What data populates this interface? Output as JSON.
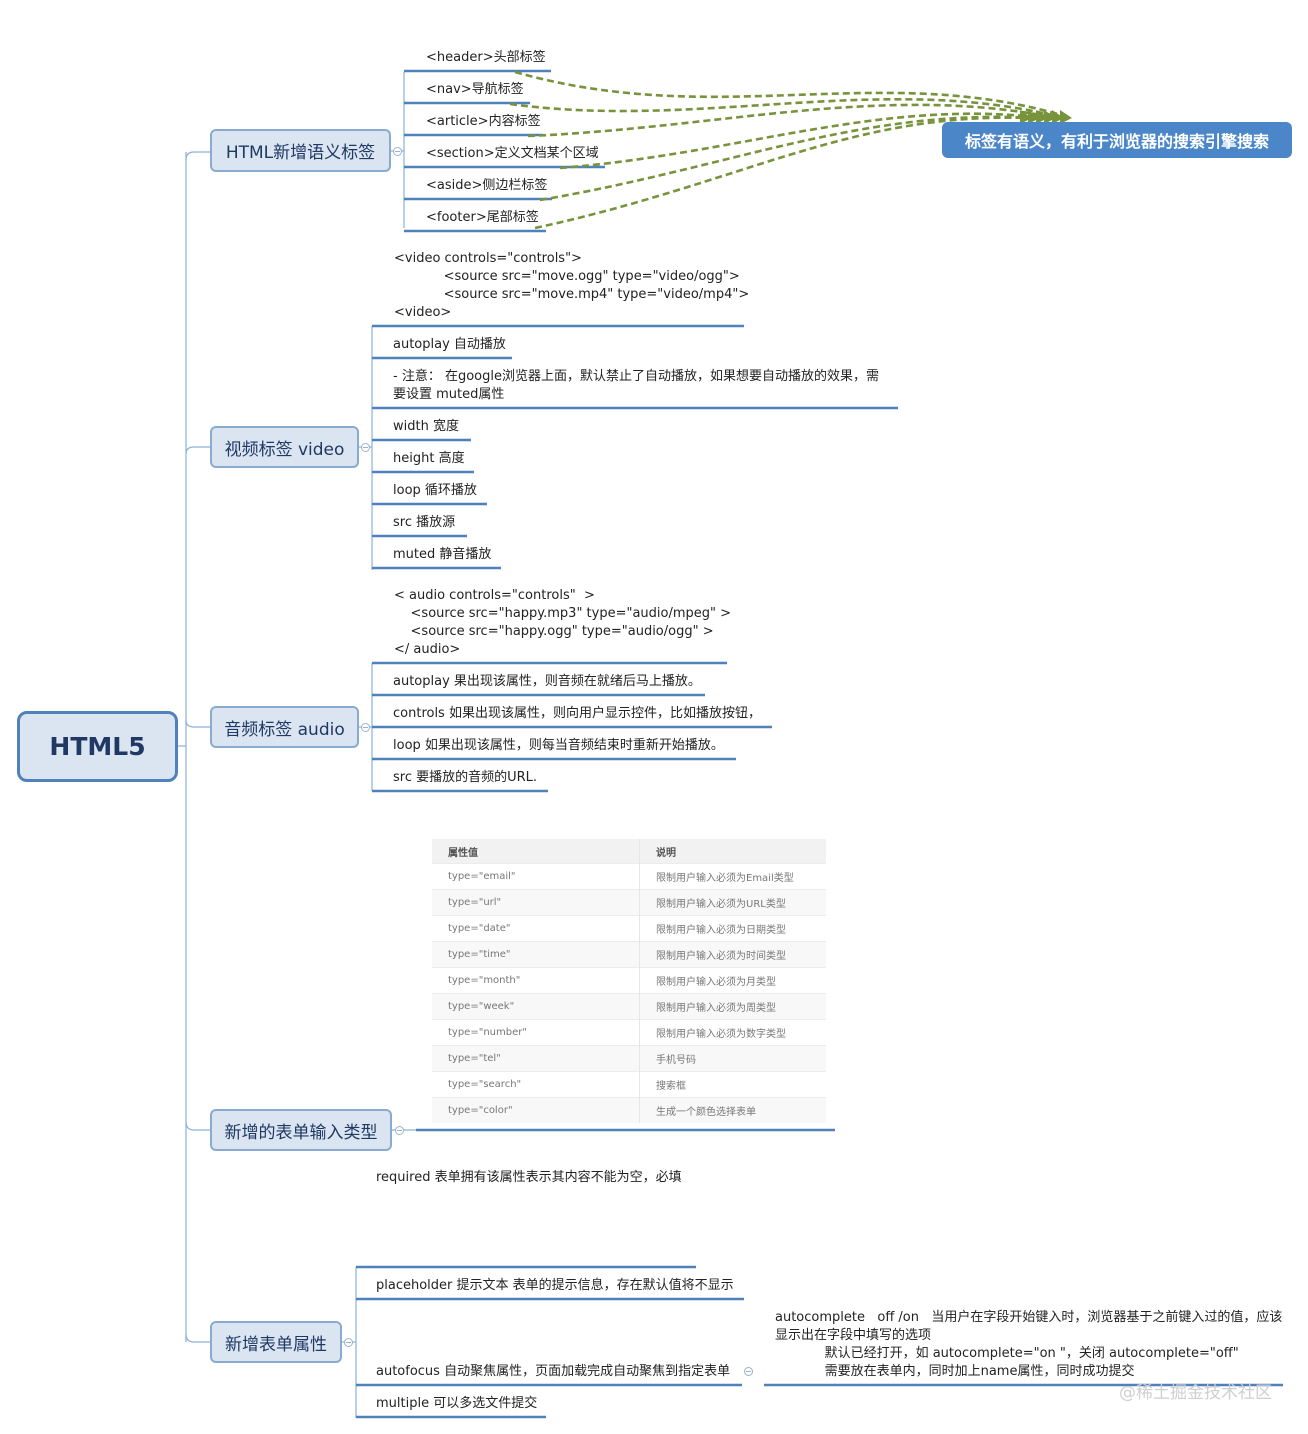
{
  "root": {
    "label": "HTML5"
  },
  "semantic": {
    "label": "HTML新增语义标签",
    "items": [
      "<header>头部标签",
      "<nav>导航标签",
      "<article>内容标签",
      "<section>定义文档某个区域",
      "<aside>侧边栏标签",
      "<footer>尾部标签"
    ],
    "callout": "标签有语义，有利于浏览器的搜索引擎搜索"
  },
  "video": {
    "label": "视频标签 video",
    "code": "<video controls=\"controls\">\n            <source src=\"move.ogg\" type=\"video/ogg\">\n            <source src=\"move.mp4\" type=\"video/mp4\">\n<video>",
    "items": [
      "autoplay 自动播放",
      "- 注意： 在google浏览器上面，默认禁止了自动播放，如果想要自动播放的效果，需\n要设置 muted属性",
      "width  宽度",
      "height 高度",
      "loop 循环播放",
      "src 播放源",
      "muted 静音播放"
    ]
  },
  "audio": {
    "label": "音频标签 audio",
    "code": "< audio controls=\"controls\"  >\n    <source src=\"happy.mp3\" type=\"audio/mpeg\" >\n    <source src=\"happy.ogg\" type=\"audio/ogg\" >\n</ audio>",
    "items": [
      "autoplay 果出现该属性，则音频在就绪后马上播放。",
      "controls 如果出现该属性，则向用户显示控件，比如播放按钮，",
      "loop 如果出现该属性，则每当音频结束时重新开始播放。",
      "src 要播放的音频的URL."
    ]
  },
  "input_types": {
    "label": "新增的表单输入类型",
    "table": {
      "headers": [
        "属性值",
        "说明"
      ],
      "rows": [
        [
          "type=\"email\"",
          "限制用户输入必须为Email类型"
        ],
        [
          "type=\"url\"",
          "限制用户输入必须为URL类型"
        ],
        [
          "type=\"date\"",
          "限制用户输入必须为日期类型"
        ],
        [
          "type=\"time\"",
          "限制用户输入必须为时间类型"
        ],
        [
          "type=\"month\"",
          "限制用户输入必须为月类型"
        ],
        [
          "type=\"week\"",
          "限制用户输入必须为周类型"
        ],
        [
          "type=\"number\"",
          "限制用户输入必须为数字类型"
        ],
        [
          "type=\"tel\"",
          "手机号码"
        ],
        [
          "type=\"search\"",
          "搜索框"
        ],
        [
          "type=\"color\"",
          "生成一个颜色选择表单"
        ]
      ]
    }
  },
  "form_attrs": {
    "label": "新增表单属性",
    "required": "required  表单拥有该属性表示其内容不能为空，必填",
    "items": [
      "placeholder 提示文本  表单的提示信息，存在默认值将不显示",
      "autofocus 自动聚焦属性，页面加载完成自动聚焦到指定表单",
      "multiple 可以多选文件提交"
    ],
    "autocomplete": "autocomplete   off /on   当用户在字段开始键入时，浏览器基于之前键入过的值，应该\n显示出在字段中填写的选项\n            默认已经打开，如 autocomplete=\"on \"，关闭 autocomplete=\"off\"\n            需要放在表单内，同时加上name属性，同时成功提交"
  },
  "watermark": "@稀土掘金技术社区",
  "colors": {
    "branch": "#5b8bc4",
    "underline": "#4f81bd",
    "relationship": "#77933c",
    "callout": "#4a86c8"
  }
}
